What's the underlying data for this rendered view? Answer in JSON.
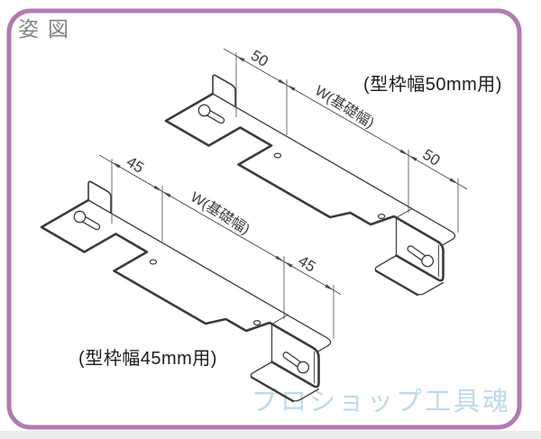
{
  "header": {
    "title": "姿図"
  },
  "drawing": {
    "brackets": [
      {
        "name": "bracket-50",
        "label": "(型枠幅50mm用)",
        "dim_left": "50",
        "width_label": "W(基礎幅)",
        "dim_right": "50"
      },
      {
        "name": "bracket-45",
        "label": "(型枠幅45mm用)",
        "dim_left": "45",
        "width_label": "W(基礎幅)",
        "dim_right": "45"
      }
    ]
  },
  "watermark": {
    "text": "プロショップ工具魂"
  },
  "colors": {
    "border": "#b27ab2",
    "line": "#3a3a3a",
    "dim": "#4a4a4a",
    "watermark": "#b7d7e7",
    "title": "#848484",
    "footer_strip": "#ececec"
  }
}
